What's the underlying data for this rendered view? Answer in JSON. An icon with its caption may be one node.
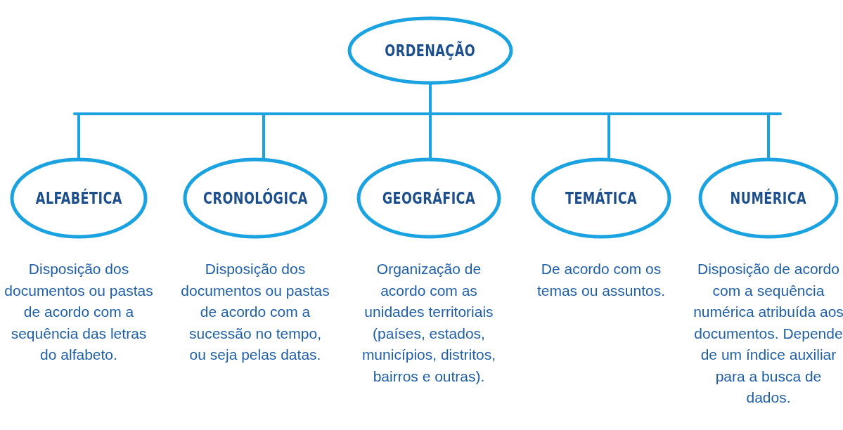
{
  "diagram": {
    "nodes": [
      {
        "text": [
          "ORDENAÇÃO"
        ]
      },
      {
        "text": [
          "ALFABÉTICA"
        ],
        "beside": [
          "Disposição dos documentos ou pastas de acordo com a sequência das letras do alfabeto."
        ]
      },
      {
        "text": [
          "CRONOLÓGICA"
        ],
        "beside": [
          "Disposição dos documentos ou pastas de acordo com a sucessão no tempo, ou seja pelas datas."
        ]
      },
      {
        "text": [
          "GEOGRÁFICA"
        ],
        "beside": [
          "Organização de acordo com as unidades territoriais (países, estados, municípios, distritos, bairros e outras)."
        ]
      },
      {
        "text": [
          "TEMÁTICA"
        ],
        "beside": [
          "De acordo com os temas ou assuntos."
        ]
      },
      {
        "text": [
          "NUMÉRICA"
        ],
        "beside": [
          "Disposição de acordo com a sequência numérica atribuída aos documentos. Depende de um índice auxiliar para a busca de dados."
        ]
      }
    ],
    "edges": [
      {
        "from": 0,
        "to": 1,
        "arrow": "none"
      },
      {
        "from": 0,
        "to": 2,
        "arrow": "none"
      },
      {
        "from": 0,
        "to": 3,
        "arrow": "none"
      },
      {
        "from": 0,
        "to": 4,
        "arrow": "none"
      },
      {
        "from": 0,
        "to": 5,
        "arrow": "none"
      }
    ]
  }
}
